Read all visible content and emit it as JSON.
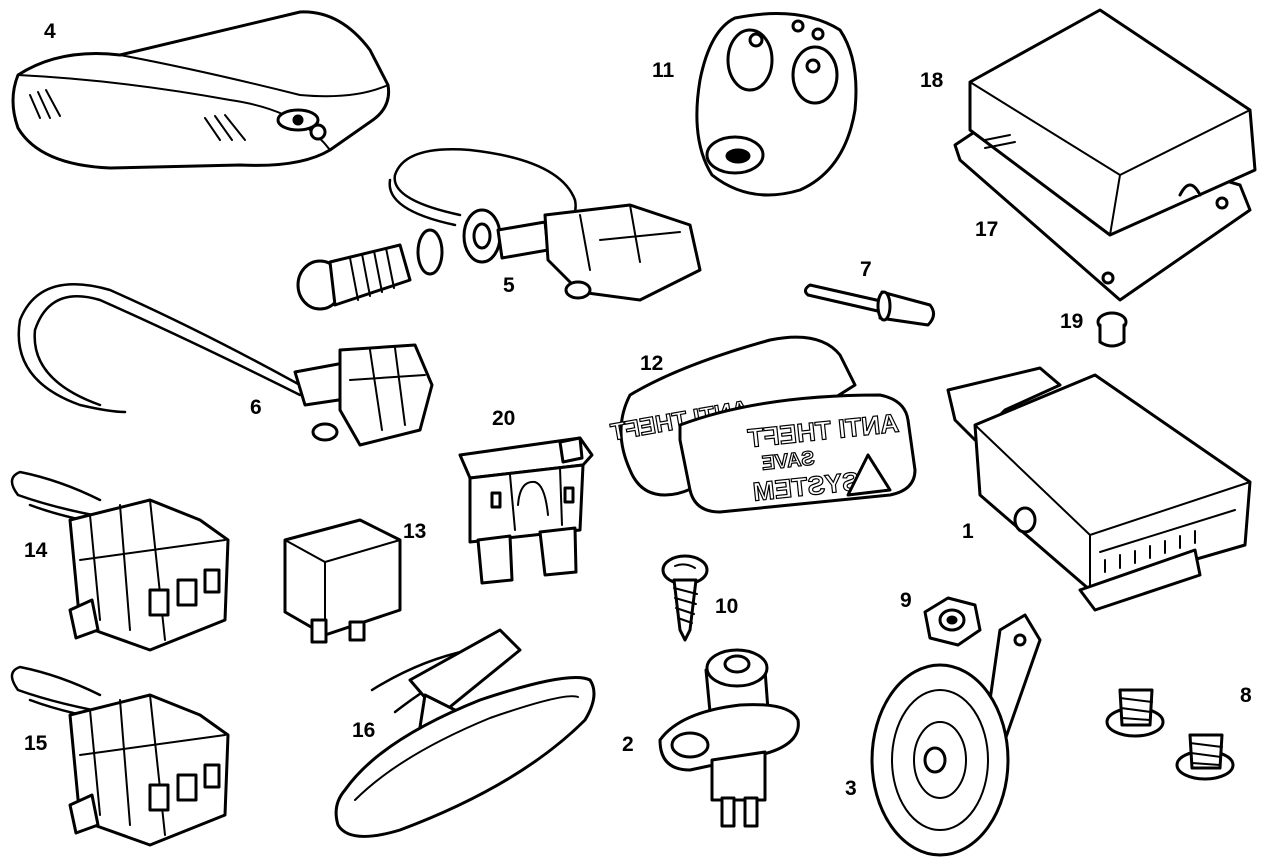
{
  "diagram": {
    "labels": [
      "4",
      "5",
      "6",
      "7",
      "8",
      "9",
      "10",
      "11",
      "12",
      "13",
      "14",
      "15",
      "16",
      "17",
      "18",
      "19",
      "20",
      "1",
      "2",
      "3"
    ],
    "sign_text": {
      "line1": "ANTI THEFT",
      "line2": "SAVE",
      "line3": "SYSTEM"
    },
    "back_sign_text": "ANTI THEFT"
  }
}
